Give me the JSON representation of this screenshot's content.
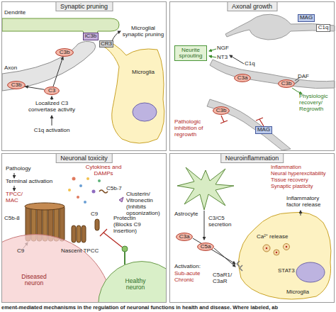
{
  "diagram": {
    "caption": "ement-mediated mechanisms in the regulation of neuronal functions in health and disease. Where labeled, ab",
    "nodes": [
      {
        "text": [
          "Synaptic pruning"
        ]
      },
      {
        "text": [
          "iC3b"
        ],
        "in": 0
      },
      {
        "text": [
          "CR3"
        ],
        "in": 0
      },
      {
        "text": [
          "C3b"
        ],
        "in": 0
      },
      {
        "text": [
          "C3b"
        ],
        "in": 0
      },
      {
        "text": [
          "C3"
        ],
        "in": 0
      },
      {
        "text": [
          "Axonal growth"
        ]
      },
      {
        "text": [
          "MAG"
        ],
        "in": 6
      },
      {
        "text": [
          "C1q"
        ],
        "in": 6
      },
      {
        "text": [
          "Neurite sprouting"
        ],
        "in": 6
      },
      {
        "text": [
          "C3a"
        ],
        "in": 6
      },
      {
        "text": [
          "C3b"
        ],
        "in": 6
      },
      {
        "text": [
          "C3b"
        ],
        "in": 6
      },
      {
        "text": [
          "MAG"
        ],
        "in": 6
      },
      {
        "text": [
          "Neuronal toxicity"
        ]
      },
      {
        "text": [
          "Diseased neuron"
        ],
        "in": 14
      },
      {
        "text": [
          "Healthy neuron"
        ],
        "in": 14
      },
      {
        "text": [
          "Neuroinflammation"
        ]
      },
      {
        "text": [
          "C3a"
        ],
        "in": 17
      },
      {
        "text": [
          "C5a"
        ],
        "in": 17
      }
    ],
    "edges": [
      {
        "from": 5,
        "to": 3,
        "arrow": "to"
      },
      {
        "from": 5,
        "to": 4,
        "arrow": "to"
      }
    ],
    "labels": [
      "Dendrite",
      "Microglial synaptic pruning",
      "Axon",
      "Microglia",
      "Localized C3 convertase activity",
      "C1q activation",
      "NGF",
      "NT3",
      "C1q",
      "DAF",
      "Physiologic recovery/ Regrowth",
      "Pathologic inhibition of regrowth",
      "Pathology",
      "Cytokines and DAMPs",
      "Terminal activation",
      "TPCC/ MAC",
      "C5b-7",
      "Clusterin/ Vitronectin (Inhibits opsonization)",
      "C5b-8",
      "C9",
      "Protectin (Blocks C9 insertion)",
      "C9",
      "Nascent TPCC",
      "Inflammation",
      "Neural hyperexcitability",
      "Tissue recovery",
      "Synaptic plasticity",
      "Astrocyte",
      "Inflammatory factor release",
      "C3/C5 secretion",
      "C5aR1/ C3aR",
      "Ca²⁺ release",
      "Activation:",
      "Sub-acute",
      "Chronic",
      "STAT3",
      "Microglia"
    ]
  }
}
